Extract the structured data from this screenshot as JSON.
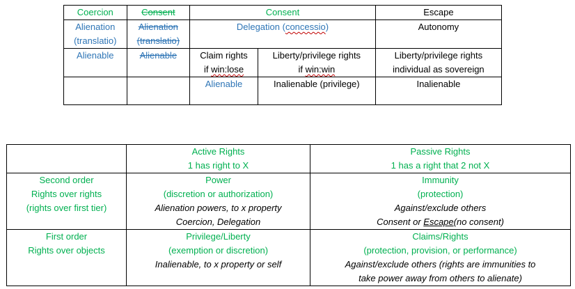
{
  "table1": {
    "header": {
      "coercion": "Coercion",
      "consent_struck": "Consent",
      "consent": "Consent",
      "escape": "Escape"
    },
    "row2": {
      "alienation_line1": "Alienation",
      "alienation_line2": "(translatio)",
      "alienation_struck_line1": "Alienation",
      "alienation_struck_line2": "(translatio)",
      "delegation_prefix": "Delegation (",
      "delegation_word": "concessio",
      "delegation_suffix": ")",
      "autonomy": "Autonomy"
    },
    "row3": {
      "alienable": "Alienable",
      "alienable_struck": "Alienable",
      "claim_line1": "Claim rights",
      "claim_line2_prefix": "if ",
      "claim_line2_word": "win:lose",
      "liberty_line1": "Liberty/privilege rights",
      "liberty_line2_prefix": "if ",
      "liberty_line2_word": "win:win",
      "escape_line1": "Liberty/privilege rights",
      "escape_line2": "individual as sovereign"
    },
    "row4": {
      "alienable": "Alienable",
      "inalienable_privilege": "Inalienable (privilege)",
      "inalienable": "Inalienable"
    }
  },
  "table2": {
    "header": {
      "active_line1": "Active Rights",
      "active_line2": "1 has right to X",
      "passive_line1": "Passive Rights",
      "passive_line2": "1 has a right that 2 not X"
    },
    "second_order": {
      "label_line1": "Second order",
      "label_line2": "Rights over rights",
      "label_line3": "(rights over first tier)",
      "power_line1": "Power",
      "power_line2": "(discretion or authorization)",
      "power_line3": "Alienation powers, to x property",
      "power_line4": "Coercion, Delegation",
      "immunity_line1": "Immunity",
      "immunity_line2": "(protection)",
      "immunity_line3": "Against/exclude others",
      "immunity_line4_prefix": "Consent or ",
      "immunity_line4_word": "Escape",
      "immunity_line4_suffix": "(no consent)"
    },
    "first_order": {
      "label_line1": "First order",
      "label_line2": "Rights over objects",
      "privilege_line1": "Privilege/Liberty",
      "privilege_line2": "(exemption or discretion)",
      "privilege_line3": "Inalienable, to x property or self",
      "claims_line1": "Claims/Rights",
      "claims_line2": "(protection, provision, or performance)",
      "claims_line3": "Against/exclude others (rights are immunities to",
      "claims_line4": "take power away from others to alienate)"
    }
  },
  "colors": {
    "green": "#00b050",
    "blue": "#2e75b6",
    "squiggle": "#c00000"
  }
}
